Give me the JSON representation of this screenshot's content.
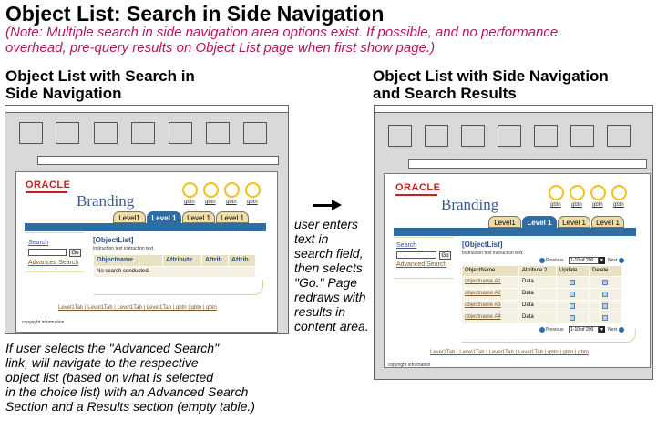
{
  "title": "Object List: Search in Side Navigation",
  "note": [
    "(Note: Multiple search in side navigation area options exist. If possible, and no performance",
    "overhead, pre-query results on Object List page when first show page.)"
  ],
  "left": {
    "heading": [
      "Object List  with Search in",
      "Side Navigation"
    ],
    "brand": {
      "logo": "ORACLE",
      "branding": "Branding",
      "gbtns": [
        "gbtn",
        "gbtn",
        "gbtn",
        "gbtn"
      ]
    },
    "tabs": [
      "Level1",
      "Level 1",
      "Level 1",
      "Level 1"
    ],
    "search": {
      "label": "Search",
      "go": "Go",
      "advanced": "Advanced Search"
    },
    "object_list": "[ObjectList]",
    "instruction": "Instruction text instruction text.",
    "columns": [
      "Objectname",
      "Attribute",
      "Attrib",
      "Attrib"
    ],
    "empty_message": "No search conducted.",
    "footer": "Level1Tab  |  Level1Tab  |  Level1Tab  |  Level1Tab | gbtn | gbtn | gbtn",
    "copyright": "copyright information"
  },
  "arrow_text": [
    "user enters",
    "text in",
    "search field,",
    "then selects",
    "\"Go.\" Page",
    "redraws with",
    "results in",
    "content area."
  ],
  "right": {
    "heading": [
      "Object List with Side Navigation",
      "and Search Results"
    ],
    "brand": {
      "logo": "ORACLE",
      "branding": "Branding",
      "gbtns": [
        "gbtn",
        "gbtn",
        "gbtn",
        "gbtn"
      ]
    },
    "tabs": [
      "Level1",
      "Level 1",
      "Level 1",
      "Level 1"
    ],
    "search": {
      "label": "Search",
      "go": "Go",
      "advanced": "Advanced Search"
    },
    "object_list": "[ObjectList]",
    "instruction": "Instruction text instruction text.",
    "nav": {
      "previous": "Previous",
      "range": "1-10 of 200",
      "next": "Next"
    },
    "columns": [
      "ObjectName",
      "Attribute 2",
      "Update",
      "Delete"
    ],
    "rows": [
      {
        "name": "objectname A1",
        "attr": "Data"
      },
      {
        "name": "objectname A2",
        "attr": "Data"
      },
      {
        "name": "objectname A3",
        "attr": "Data"
      },
      {
        "name": "objectname A4",
        "attr": "Data"
      }
    ],
    "footer": "Level1Tab  |  Level1Tab  |  Level1Tab  |  Level1Tab | gbtn | gbtn | gbtn",
    "copyright": "copyright information"
  },
  "bottom_note": [
    "If user selects the \"Advanced Search\"",
    "link, will navigate to the respective",
    "object list (based on what is selected",
    "in the choice list) with an Advanced Search",
    "Section and a Results section (empty table.)"
  ]
}
